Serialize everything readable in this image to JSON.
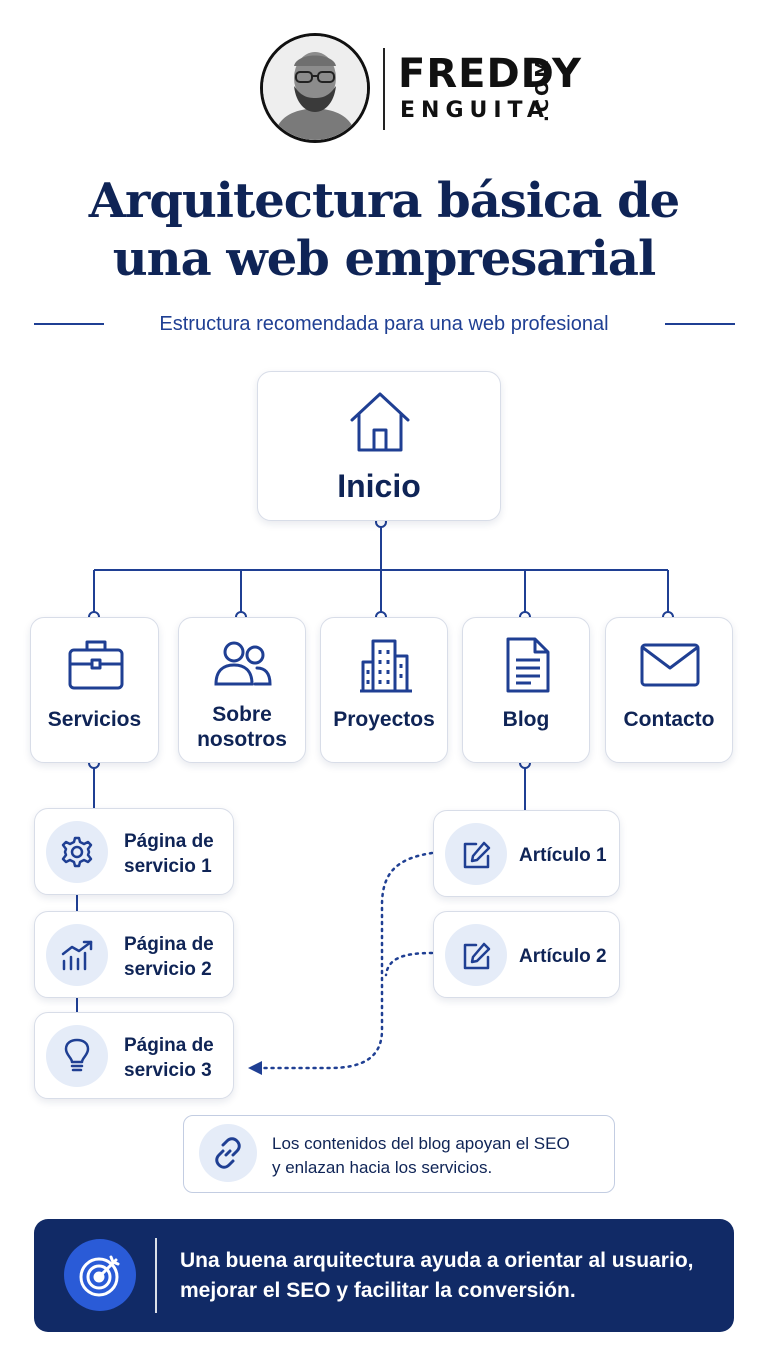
{
  "logo": {
    "line1": "FREDDY",
    "line2": "ENGUITA",
    "suffix": ".COM"
  },
  "title": {
    "line1": "Arquitectura básica de",
    "line2": "una web empresarial"
  },
  "subtitle": "Estructura recomendada para una web profesional",
  "root": {
    "label": "Inicio",
    "icon": "house-icon"
  },
  "sections": [
    {
      "label": "Servicios",
      "icon": "briefcase-icon"
    },
    {
      "label_line1": "Sobre",
      "label_line2": "nosotros",
      "icon": "people-icon"
    },
    {
      "label": "Proyectos",
      "icon": "building-icon"
    },
    {
      "label": "Blog",
      "icon": "document-icon"
    },
    {
      "label": "Contacto",
      "icon": "envelope-icon"
    }
  ],
  "service_pages": [
    {
      "line1": "Página de",
      "line2": "servicio 1",
      "icon": "gear-icon"
    },
    {
      "line1": "Página de",
      "line2": "servicio 2",
      "icon": "growth-chart-icon"
    },
    {
      "line1": "Página de",
      "line2": "servicio 3",
      "icon": "lightbulb-icon"
    }
  ],
  "articles": [
    {
      "label": "Artículo 1",
      "icon": "edit-icon"
    },
    {
      "label": "Artículo 2",
      "icon": "edit-icon"
    }
  ],
  "note": {
    "line1": "Los contenidos del blog apoyan el SEO",
    "line2": "y enlazan hacia los servicios.",
    "icon": "link-icon"
  },
  "banner": {
    "line1": "Una buena arquitectura ayuda a orientar al usuario,",
    "line2": "mejorar el SEO y facilitar la conversión.",
    "icon": "target-icon"
  },
  "colors": {
    "navy": "#0f2456",
    "blue": "#1f3f93",
    "banner": "#112a66",
    "icon_bg": "#e5ecf8"
  }
}
